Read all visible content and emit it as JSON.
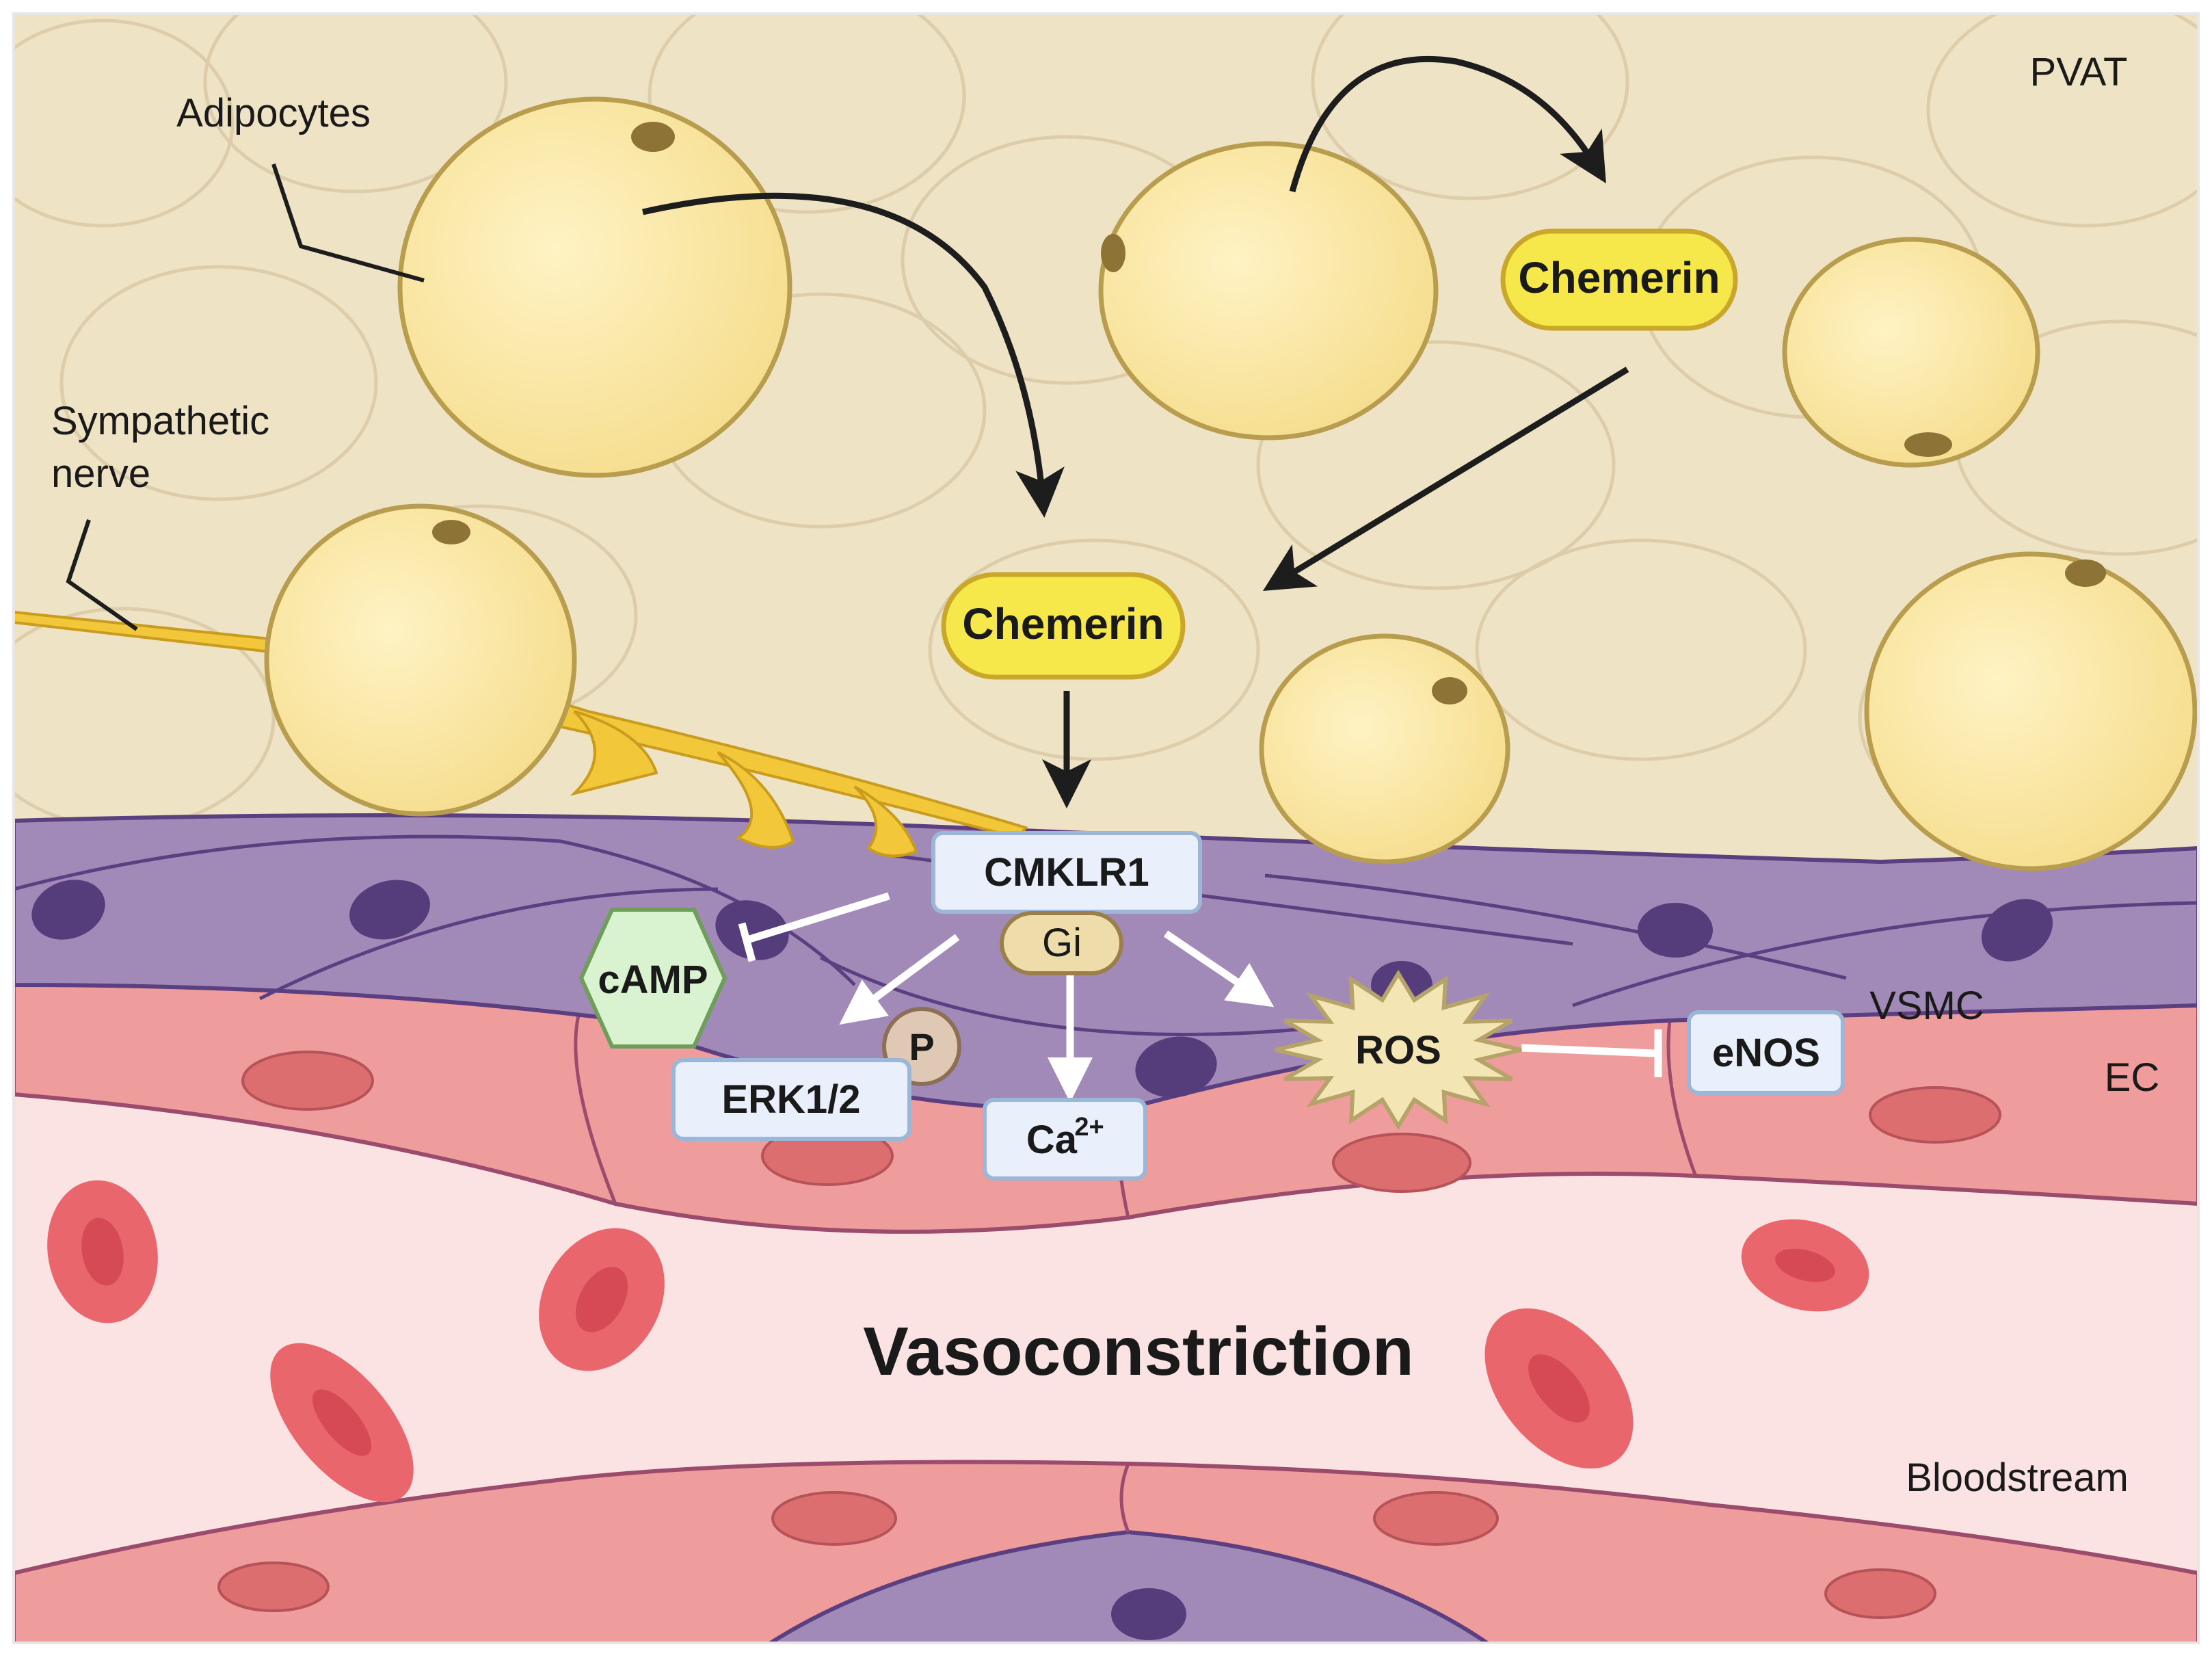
{
  "labels": {
    "pvat": "PVAT",
    "adipocytes": "Adipocytes",
    "sympathetic_line1": "Sympathetic",
    "sympathetic_line2": "nerve",
    "vsmc": "VSMC",
    "ec": "EC",
    "bloodstream": "Bloodstream",
    "vasoconstriction": "Vasoconstriction"
  },
  "molecules": {
    "chemerin_top": "Chemerin",
    "chemerin_mid": "Chemerin",
    "receptor": "CMKLR1",
    "gprotein": "Gi",
    "camp": "cAMP",
    "phospho": "P",
    "erk": "ERK1/2",
    "calcium_base": "Ca",
    "calcium_sup": "2+",
    "ros": "ROS",
    "enos": "eNOS"
  },
  "colors": {
    "pvat_bg": "#efe3c6",
    "adipocyte_fill": "#fbeaa6",
    "adipocyte_stroke": "#b99d4e",
    "chemerin_fill": "#f6e84a",
    "chemerin_stroke": "#c9a72a",
    "vsmc_fill": "#a18ab8",
    "vsmc_nucleus": "#553d7c",
    "ec_fill": "#ef9c9c",
    "ec_nucleus": "#dc6e70",
    "blood_bg": "#fbe2e3",
    "rbc": "#e8666c",
    "box_fill": "#e9f0fb",
    "box_stroke": "#9bb6d7",
    "camp_fill": "#d9f2cf",
    "camp_stroke": "#6e9e59",
    "ros_fill": "#f3e6b4",
    "ros_stroke": "#b6a36a",
    "nerve": "#f3c73a"
  }
}
